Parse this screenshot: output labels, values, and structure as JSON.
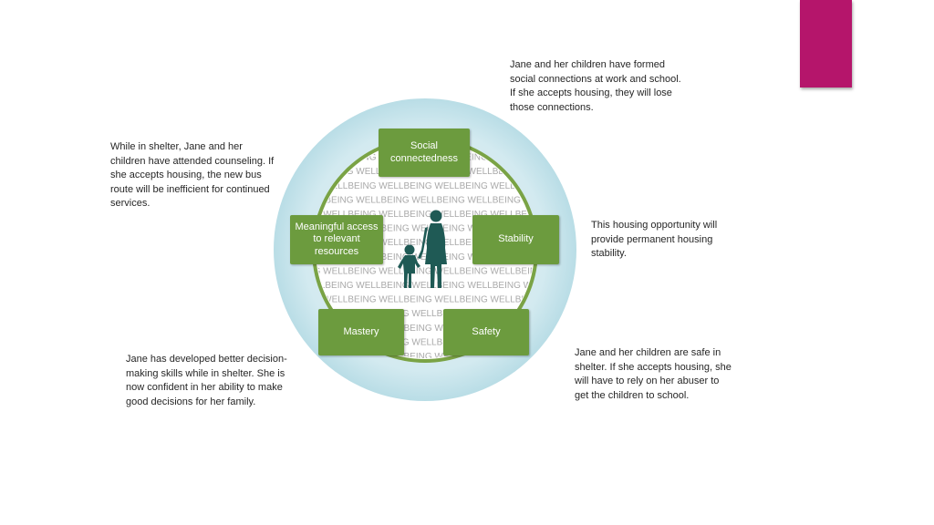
{
  "colors": {
    "accent": "#b5156b",
    "box_green": "#6c9b3e",
    "ring_green": "#7aa345",
    "circle_blue": "#cfe8ee",
    "figure_teal": "#1f5a55"
  },
  "diagram": {
    "watermark_word": "WELLBEING",
    "boxes": {
      "social": "Social connectedness",
      "resources": "Meaningful access to relevant resources",
      "stability": "Stability",
      "mastery": "Mastery",
      "safety": "Safety"
    },
    "center_image": "mother-and-child-icon"
  },
  "notes": {
    "social": "Jane and her children have formed social connections at work and school.  If she accepts housing, they will lose those connections.",
    "counseling": "While in shelter, Jane and her children have attended counseling.  If she accepts housing, the new bus route will be inefficient for continued services.",
    "stability": "This housing opportunity will provide permanent housing stability.",
    "mastery": "Jane has developed better decision-making skills while in shelter. She is now confident in her ability to make good decisions for her family.",
    "safety": "Jane and her children are safe in shelter.  If she accepts housing, she will have to rely on her abuser to get the children to school."
  }
}
